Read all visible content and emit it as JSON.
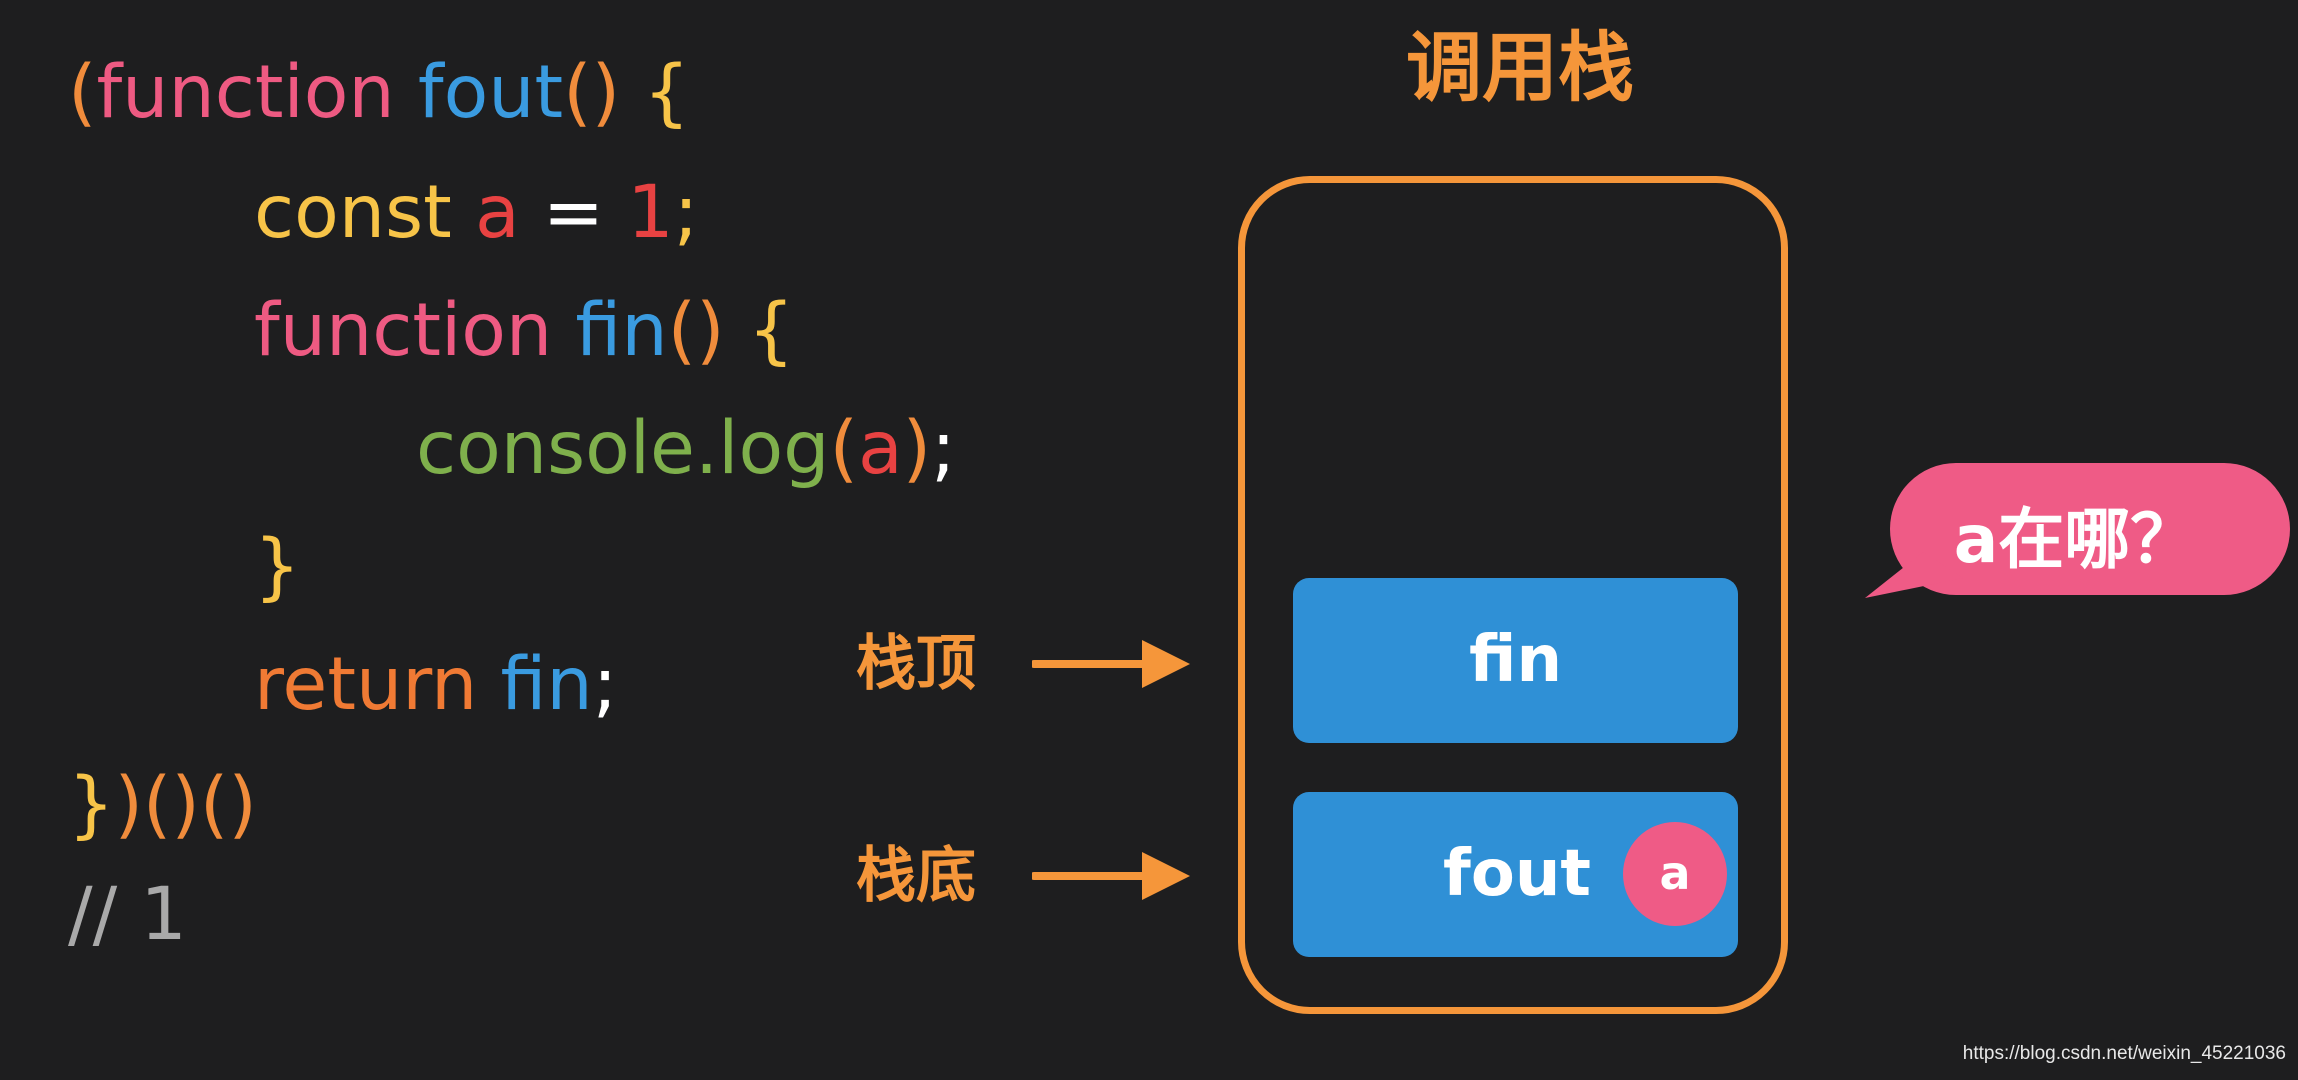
{
  "colors": {
    "background": "#1e1e1f",
    "keyword": "#ee5a82",
    "function_name": "#3a9be0",
    "paren": "#f08c3c",
    "brace": "#f7c448",
    "decl": "#f7c448",
    "var": "#e84242",
    "number": "#e84242",
    "method": "#7fb04c",
    "operator": "#ffffff",
    "return_kw": "#f07a34",
    "comment": "#a9a9a9",
    "accent_orange": "#f5963a",
    "frame_blue": "#2f90d6",
    "pink": "#ef5b86",
    "watermark": "#e8e8e8"
  },
  "code": {
    "lines": [
      [
        {
          "t": "(",
          "c": "paren"
        },
        {
          "t": "function",
          "c": "keyword"
        },
        {
          "t": " ",
          "c": "operator"
        },
        {
          "t": "fout",
          "c": "function_name"
        },
        {
          "t": "()",
          "c": "paren"
        },
        {
          "t": " ",
          "c": "operator"
        },
        {
          "t": "{",
          "c": "brace"
        }
      ],
      [
        {
          "t": "const",
          "c": "decl"
        },
        {
          "t": " ",
          "c": "operator"
        },
        {
          "t": "a",
          "c": "var"
        },
        {
          "t": " = ",
          "c": "operator"
        },
        {
          "t": "1",
          "c": "number"
        },
        {
          "t": ";",
          "c": "brace"
        }
      ],
      [
        {
          "t": "function",
          "c": "keyword"
        },
        {
          "t": " ",
          "c": "operator"
        },
        {
          "t": "fin",
          "c": "function_name"
        },
        {
          "t": "()",
          "c": "paren"
        },
        {
          "t": " ",
          "c": "operator"
        },
        {
          "t": "{",
          "c": "brace"
        }
      ],
      [
        {
          "t": "console.log",
          "c": "method"
        },
        {
          "t": "(",
          "c": "paren"
        },
        {
          "t": "a",
          "c": "var"
        },
        {
          "t": ")",
          "c": "paren"
        },
        {
          "t": ";",
          "c": "operator"
        }
      ],
      [
        {
          "t": "}",
          "c": "brace"
        }
      ],
      [
        {
          "t": "return",
          "c": "return_kw"
        },
        {
          "t": " ",
          "c": "operator"
        },
        {
          "t": "fin",
          "c": "function_name"
        },
        {
          "t": ";",
          "c": "operator"
        }
      ],
      [
        {
          "t": "}",
          "c": "brace"
        },
        {
          "t": ")()()",
          "c": "paren"
        }
      ],
      [
        {
          "t": "// 1",
          "c": "comment"
        }
      ]
    ]
  },
  "diagram": {
    "title": "调用栈",
    "frames": [
      {
        "label": "fin"
      },
      {
        "label": "fout",
        "variable": "a"
      }
    ],
    "top_label": "栈顶",
    "bottom_label": "栈底",
    "bubble_text": "a在哪？"
  },
  "watermark": "https://blog.csdn.net/weixin_45221036"
}
